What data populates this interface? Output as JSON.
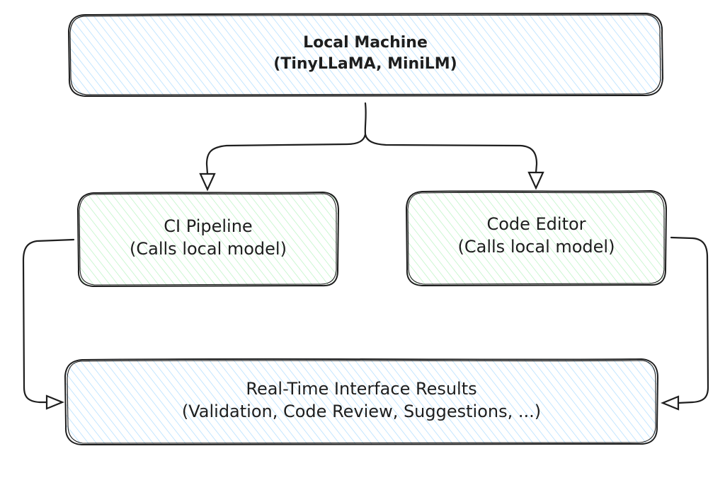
{
  "nodes": {
    "local_machine": {
      "line1": "Local Machine",
      "line2": "(TinyLLaMA, MiniLM)",
      "fill_color": "#a5d8ff"
    },
    "ci_pipeline": {
      "line1": "CI Pipeline",
      "line2": "(Calls local model)",
      "fill_color": "#b2f2bb"
    },
    "code_editor": {
      "line1": "Code Editor",
      "line2": "(Calls local model)",
      "fill_color": "#b2f2bb"
    },
    "results": {
      "line1": "Real-Time Interface Results",
      "line2": "(Validation, Code Review, Suggestions, ...)",
      "fill_color": "#a5d8ff"
    }
  },
  "stroke_color": "#1e1e1e"
}
